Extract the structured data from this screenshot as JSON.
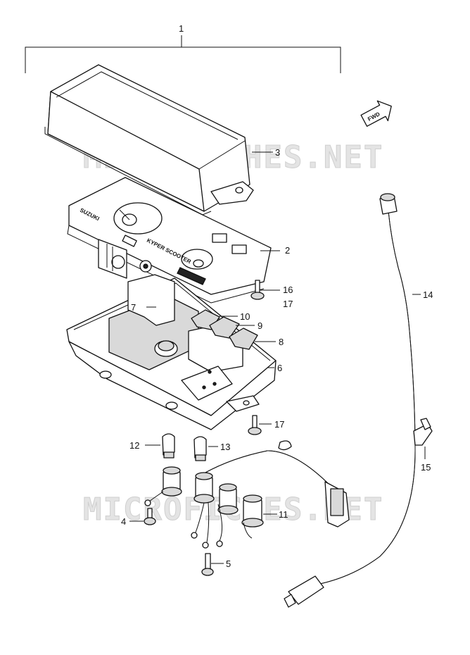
{
  "watermark": "MICROFICHES.NET",
  "fwd_label": "FWD",
  "panel_text": {
    "brand": "SUZUKI",
    "model": "KYPER SCOOTER"
  },
  "callouts": {
    "c1": "1",
    "c2": "2",
    "c3": "3",
    "c4": "4",
    "c5": "5",
    "c6": "6",
    "c7": "7",
    "c8": "8",
    "c9": "9",
    "c10": "10",
    "c11": "11",
    "c12": "12",
    "c13": "13",
    "c14": "14",
    "c15": "15",
    "c16": "16",
    "c17a": "17",
    "c17b": "17"
  }
}
